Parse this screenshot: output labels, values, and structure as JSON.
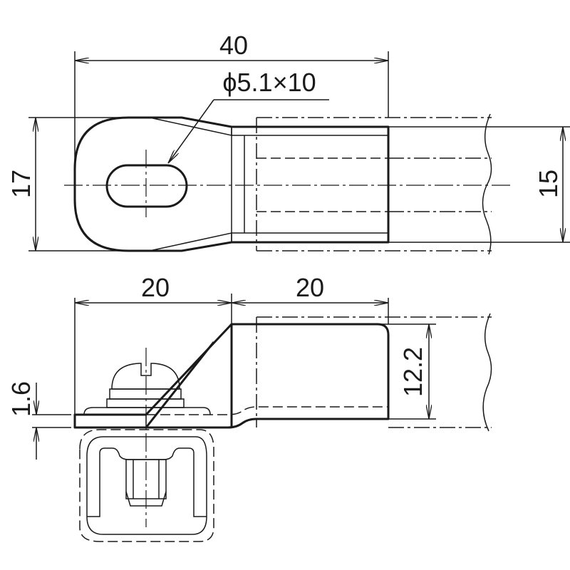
{
  "drawing": {
    "top_view": {
      "length_dim": "40",
      "slot_dim": "ϕ5.1×10",
      "width_dim": "17",
      "cable_dim": "15"
    },
    "side_view": {
      "left_len_dim": "20",
      "right_len_dim": "20",
      "thickness_dim": "1.6",
      "height_dim": "12.2"
    }
  }
}
